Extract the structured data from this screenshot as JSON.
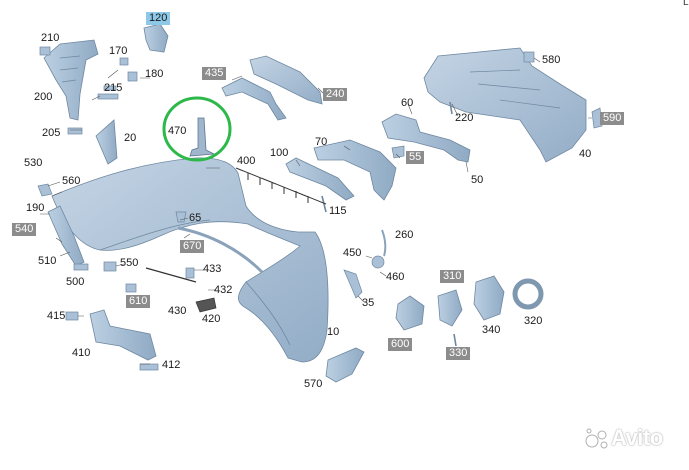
{
  "watermark": {
    "text": "Avito"
  },
  "corner_mark": "L",
  "highlight_color": "#2db84a",
  "part_color": "#a9c0d6",
  "labels": [
    {
      "id": "120",
      "text": "120",
      "style": "blue"
    },
    {
      "id": "210",
      "text": "210",
      "style": "plain"
    },
    {
      "id": "170",
      "text": "170",
      "style": "plain"
    },
    {
      "id": "180",
      "text": "180",
      "style": "plain"
    },
    {
      "id": "200",
      "text": "200",
      "style": "plain"
    },
    {
      "id": "215",
      "text": "215",
      "style": "plain"
    },
    {
      "id": "205",
      "text": "205",
      "style": "plain"
    },
    {
      "id": "20",
      "text": "20",
      "style": "plain"
    },
    {
      "id": "470",
      "text": "470",
      "style": "plain"
    },
    {
      "id": "435",
      "text": "435",
      "style": "gray"
    },
    {
      "id": "240",
      "text": "240",
      "style": "gray"
    },
    {
      "id": "580",
      "text": "580",
      "style": "plain"
    },
    {
      "id": "60",
      "text": "60",
      "style": "plain"
    },
    {
      "id": "220",
      "text": "220",
      "style": "plain"
    },
    {
      "id": "590",
      "text": "590",
      "style": "gray"
    },
    {
      "id": "70",
      "text": "70",
      "style": "plain"
    },
    {
      "id": "100",
      "text": "100",
      "style": "plain"
    },
    {
      "id": "400",
      "text": "400",
      "style": "plain"
    },
    {
      "id": "55",
      "text": "55",
      "style": "gray"
    },
    {
      "id": "40",
      "text": "40",
      "style": "plain"
    },
    {
      "id": "50",
      "text": "50",
      "style": "plain"
    },
    {
      "id": "530",
      "text": "530",
      "style": "plain"
    },
    {
      "id": "560",
      "text": "560",
      "style": "plain"
    },
    {
      "id": "190",
      "text": "190",
      "style": "plain"
    },
    {
      "id": "115",
      "text": "115",
      "style": "plain"
    },
    {
      "id": "65",
      "text": "65",
      "style": "plain"
    },
    {
      "id": "540",
      "text": "540",
      "style": "gray"
    },
    {
      "id": "670",
      "text": "670",
      "style": "gray"
    },
    {
      "id": "260",
      "text": "260",
      "style": "plain"
    },
    {
      "id": "510",
      "text": "510",
      "style": "plain"
    },
    {
      "id": "550",
      "text": "550",
      "style": "plain"
    },
    {
      "id": "433",
      "text": "433",
      "style": "plain"
    },
    {
      "id": "450",
      "text": "450",
      "style": "plain"
    },
    {
      "id": "460",
      "text": "460",
      "style": "plain"
    },
    {
      "id": "500",
      "text": "500",
      "style": "plain"
    },
    {
      "id": "432",
      "text": "432",
      "style": "plain"
    },
    {
      "id": "310",
      "text": "310",
      "style": "gray"
    },
    {
      "id": "610",
      "text": "610",
      "style": "gray"
    },
    {
      "id": "35",
      "text": "35",
      "style": "plain"
    },
    {
      "id": "415",
      "text": "415",
      "style": "plain"
    },
    {
      "id": "430",
      "text": "430",
      "style": "plain"
    },
    {
      "id": "420",
      "text": "420",
      "style": "plain"
    },
    {
      "id": "320",
      "text": "320",
      "style": "plain"
    },
    {
      "id": "340",
      "text": "340",
      "style": "plain"
    },
    {
      "id": "10",
      "text": "10",
      "style": "plain"
    },
    {
      "id": "600",
      "text": "600",
      "style": "gray"
    },
    {
      "id": "410",
      "text": "410",
      "style": "plain"
    },
    {
      "id": "330",
      "text": "330",
      "style": "gray"
    },
    {
      "id": "412",
      "text": "412",
      "style": "plain"
    },
    {
      "id": "570",
      "text": "570",
      "style": "plain"
    }
  ]
}
